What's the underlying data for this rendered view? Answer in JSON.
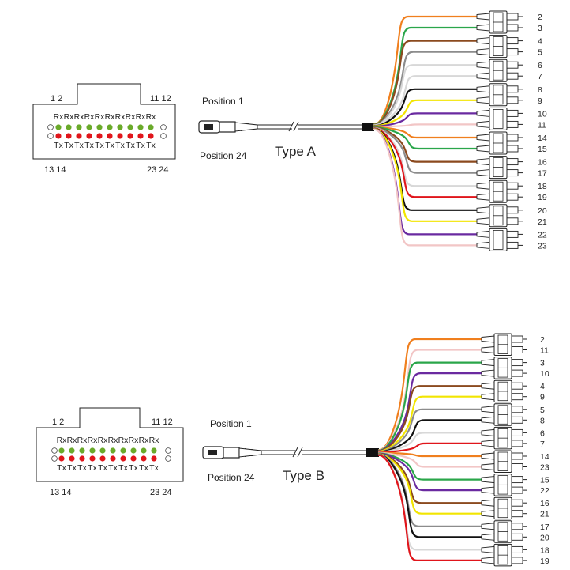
{
  "diagrams": [
    {
      "type_label": "Type A",
      "position_top_label": "Position 1",
      "position_bottom_label": "Position 24",
      "connector": {
        "top_left_numbers": "1 2",
        "top_right_numbers": "11 12",
        "bottom_left_numbers": "13 14",
        "bottom_right_numbers": "23 24",
        "rx_label": "Rx",
        "tx_label": "Tx",
        "pin_count": 10,
        "rx_color": "#6aaa2a",
        "tx_color": "#e0151b"
      },
      "fibers": [
        {
          "label": "2",
          "color": "#f07f1e"
        },
        {
          "label": "3",
          "color": "#2aa64a"
        },
        {
          "label": "4",
          "color": "#8b4a1e"
        },
        {
          "label": "5",
          "color": "#8c8c8c"
        },
        {
          "label": "6",
          "color": "#d8d8d8"
        },
        {
          "label": "7",
          "color": "#d8d8d8"
        },
        {
          "label": "8",
          "color": "#111111"
        },
        {
          "label": "9",
          "color": "#f2e500"
        },
        {
          "label": "10",
          "color": "#6a2aa0"
        },
        {
          "label": "11",
          "color": "#f2c6c6"
        },
        {
          "label": "14",
          "color": "#f07f1e"
        },
        {
          "label": "15",
          "color": "#2aa64a"
        },
        {
          "label": "16",
          "color": "#8b4a1e"
        },
        {
          "label": "17",
          "color": "#8c8c8c"
        },
        {
          "label": "18",
          "color": "#d8d8d8"
        },
        {
          "label": "19",
          "color": "#e0151b"
        },
        {
          "label": "20",
          "color": "#111111"
        },
        {
          "label": "21",
          "color": "#f2e500"
        },
        {
          "label": "22",
          "color": "#6a2aa0"
        },
        {
          "label": "23",
          "color": "#f2c6c6"
        }
      ]
    },
    {
      "type_label": "Type B",
      "position_top_label": "Position 1",
      "position_bottom_label": "Position 24",
      "connector": {
        "top_left_numbers": "1 2",
        "top_right_numbers": "11 12",
        "bottom_left_numbers": "13 14",
        "bottom_right_numbers": "23 24",
        "rx_label": "Rx",
        "tx_label": "Tx",
        "pin_count": 10,
        "rx_color": "#6aaa2a",
        "tx_color": "#e0151b"
      },
      "fibers": [
        {
          "label": "2",
          "color": "#f07f1e"
        },
        {
          "label": "11",
          "color": "#f2c6c6"
        },
        {
          "label": "3",
          "color": "#2aa64a"
        },
        {
          "label": "10",
          "color": "#6a2aa0"
        },
        {
          "label": "4",
          "color": "#8b4a1e"
        },
        {
          "label": "9",
          "color": "#f2e500"
        },
        {
          "label": "5",
          "color": "#8c8c8c"
        },
        {
          "label": "8",
          "color": "#111111"
        },
        {
          "label": "6",
          "color": "#d8d8d8"
        },
        {
          "label": "7",
          "color": "#e0151b"
        },
        {
          "label": "14",
          "color": "#f07f1e"
        },
        {
          "label": "23",
          "color": "#f2c6c6"
        },
        {
          "label": "15",
          "color": "#2aa64a"
        },
        {
          "label": "22",
          "color": "#6a2aa0"
        },
        {
          "label": "16",
          "color": "#8b4a1e"
        },
        {
          "label": "21",
          "color": "#f2e500"
        },
        {
          "label": "17",
          "color": "#8c8c8c"
        },
        {
          "label": "20",
          "color": "#111111"
        },
        {
          "label": "18",
          "color": "#d8d8d8"
        },
        {
          "label": "19",
          "color": "#e0151b"
        }
      ]
    }
  ]
}
